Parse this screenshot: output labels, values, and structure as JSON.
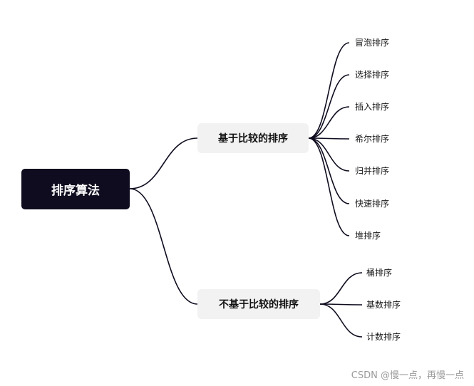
{
  "root": {
    "label": "排序算法"
  },
  "branches": [
    {
      "label": "基于比较的排序",
      "children": [
        "冒泡排序",
        "选择排序",
        "插入排序",
        "希尔排序",
        "归并排序",
        "快速排序",
        "堆排序"
      ]
    },
    {
      "label": "不基于比较的排序",
      "children": [
        "桶排序",
        "基数排序",
        "计数排序"
      ]
    }
  ],
  "watermark": "CSDN @慢一点，再慢一点",
  "colors": {
    "root_bg": "#0f0c1f",
    "branch_bg": "#f2f2f2",
    "connector": "#0f0c1f",
    "watermark": "#9a9a9a"
  }
}
